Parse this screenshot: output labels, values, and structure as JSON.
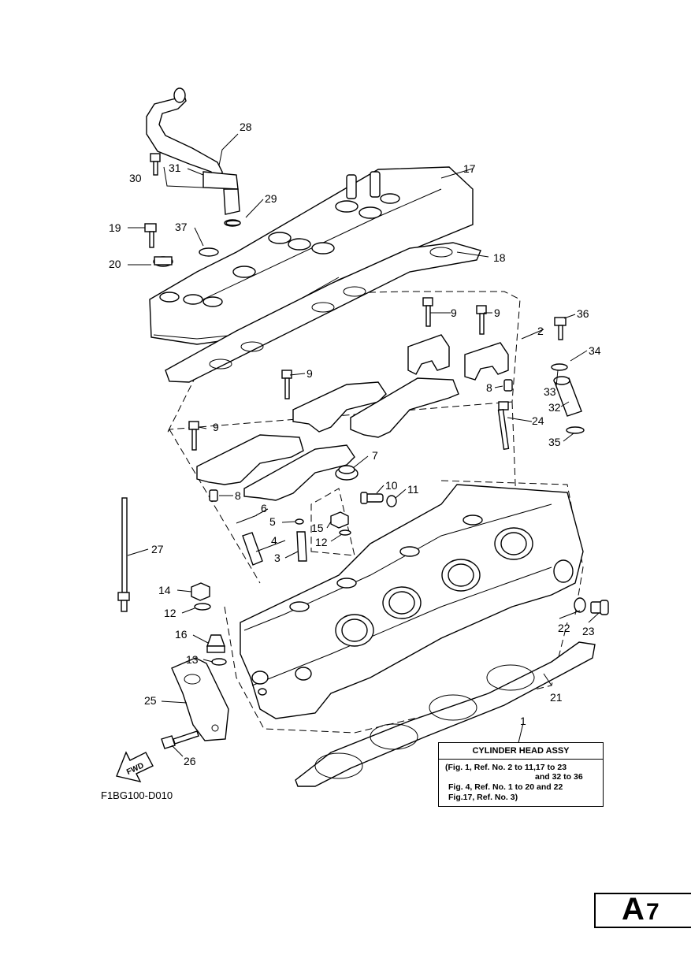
{
  "callouts": [
    "1",
    "2",
    "3",
    "4",
    "5",
    "6",
    "7",
    "8",
    "9",
    "10",
    "11",
    "12",
    "13",
    "14",
    "15",
    "16",
    "17",
    "18",
    "19",
    "20",
    "21",
    "22",
    "23",
    "24",
    "25",
    "26",
    "27",
    "28",
    "29",
    "30",
    "31",
    "32",
    "33",
    "34",
    "35",
    "36",
    "37"
  ],
  "callouts_repeat": {
    "8b": "8",
    "9b": "9",
    "9c": "9",
    "9d": "9",
    "12b": "12"
  },
  "assembly_box": {
    "title": "CYLINDER HEAD ASSY",
    "lines": [
      "(Fig. 1, Ref. No. 2 to 11,17 to 23",
      "and 32 to 36",
      "Fig. 4, Ref. No. 1 to 20 and 22",
      "Fig.17, Ref. No. 3)"
    ]
  },
  "diagram_code": "F1BG100-D010",
  "fwd_label": "FWD",
  "page_label": {
    "letter": "A",
    "number": "7"
  }
}
